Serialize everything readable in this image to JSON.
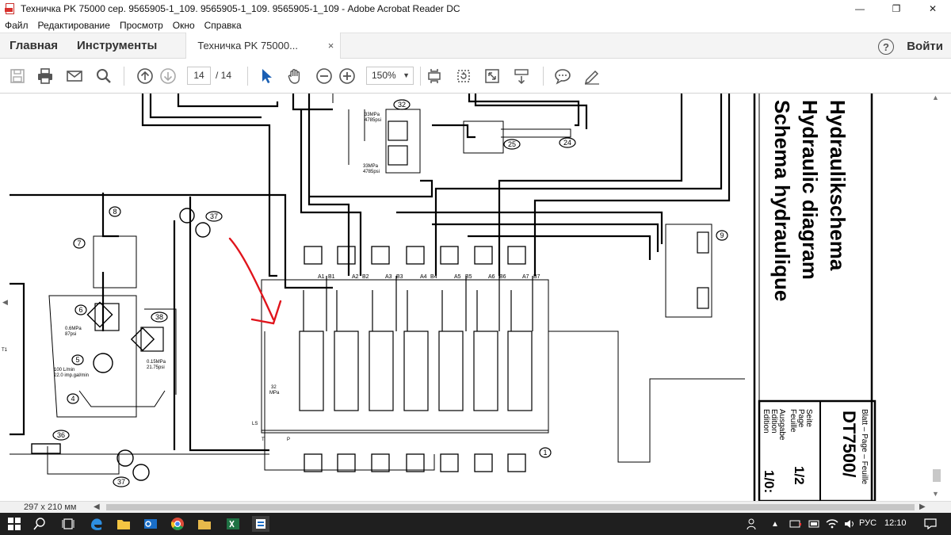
{
  "window": {
    "title": "Техничка PK 75000 сер. 9565905-1_109. 9565905-1_109. 9565905-1_109 - Adobe Acrobat Reader DC",
    "minimize": "—",
    "maximize": "❐",
    "close": "✕"
  },
  "menu": [
    "Файл",
    "Редактирование",
    "Просмотр",
    "Окно",
    "Справка"
  ],
  "tabs": {
    "home": "Главная",
    "tools": "Инструменты",
    "document": "Техничка PK 75000...",
    "document_close": "×",
    "help": "?",
    "signin": "Войти"
  },
  "toolbar": {
    "page_current": "14",
    "page_total": "/ 14",
    "zoom": "150%"
  },
  "document": {
    "title_lines": [
      "Hydraulikschema",
      "Hydraulic diagram",
      "Schema hydraulique"
    ],
    "block_lines": [
      "Blatt – Page – Feuille",
      "Seite",
      "Page",
      "Feuille",
      "Ausgabe",
      "Edition",
      "Edition"
    ],
    "doc_number": "DT7500/",
    "page_value": "1/2",
    "edition_value": "1/0:",
    "component_numbers": [
      "32",
      "25",
      "24",
      "8",
      "37",
      "7",
      "6",
      "5",
      "4",
      "38",
      "9",
      "36",
      "37",
      "1"
    ],
    "pressure_labels": {
      "p32_top": "33MPa",
      "p32_top_psi": "4785psi",
      "p32_bottom": "33MPa",
      "p32_bottom_psi": "4785psi",
      "p6": "0.6MPa",
      "p6_psi": "87psi",
      "p5": "100 L/min",
      "p5_b": "22.0 imp.gal/min",
      "p38": "0.15MPa",
      "p38_psi": "21.75psi",
      "relief": "32",
      "relief_unit": "MPa"
    },
    "section_ports": [
      "A1",
      "B1",
      "A2",
      "B2",
      "A3",
      "B3",
      "A4",
      "B4",
      "A5",
      "B5",
      "A6",
      "B6",
      "A7",
      "B7"
    ],
    "port_labels": [
      "LS",
      "T",
      "P",
      "T1"
    ],
    "side_label": "T1"
  },
  "status": {
    "page_size": "297 x 210 мм"
  },
  "taskbar": {
    "lang": "РУС",
    "time": "12:10"
  }
}
